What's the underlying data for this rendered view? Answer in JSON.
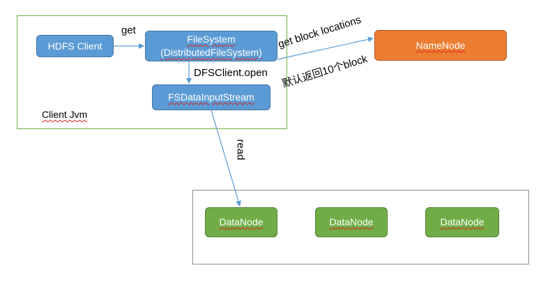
{
  "client": {
    "label": "HDFS Client"
  },
  "filesystem": {
    "line1": "FileSystem",
    "line2": "(DistributedFileSystem)"
  },
  "fs_input_stream": {
    "label": "FSDataInputStream"
  },
  "namenode": {
    "label": "NameNode"
  },
  "datanodes": [
    {
      "label": "DataNode"
    },
    {
      "label": "DataNode"
    },
    {
      "label": "DataNode"
    }
  ],
  "edges": {
    "get": "get",
    "open": "DFSClient.open",
    "get_block_locations": "get block locations",
    "default_return": "默认返回10个block",
    "read": "read"
  },
  "containers": {
    "client_jvm": "Client Jvm"
  },
  "colors": {
    "blue_node": "#5b9bd5",
    "orange_node": "#ed7d31",
    "green_node": "#70ad47",
    "jvm_border": "#70ad47",
    "cluster_border": "#8c8c8c",
    "arrow": "#5b9bd5"
  }
}
